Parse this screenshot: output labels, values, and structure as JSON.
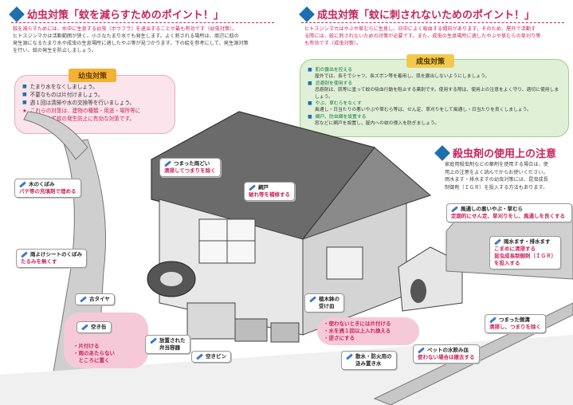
{
  "left_section": {
    "title": "幼虫対策「蚊を減らすためのポイント！」",
    "intro_line1": "蚊を減らすためには、水中に生息する幼虫（ボウフラ）を退治することが最も有効です（幼虫対策）。",
    "intro_line2": "ヒトスジシマカは活動範囲が狭く、小さなたまり水でも発生します。よく刺される場所は、周辺に蚊の",
    "intro_line3": "発生源になるたまり水や成虫の生息場所に適したやぶ等が見つかります。下の絵を参考にして、発生源対策",
    "intro_line4": "を行い、蚊の発生を防止しましょう。",
    "box_tag": "幼虫対策",
    "items": [
      "たまり水をなくしましょう。",
      "不要なものは片付けましょう。",
      "週１回は清掃や水の交換等を行いましょう。"
    ],
    "star_item": "これらの対策は、建物の種類・用途・場所等に",
    "star_item2": "かかわらず蚊の発生防止に有効な対策です。"
  },
  "right_section": {
    "title": "成虫対策「蚊に刺されないためのポイント！」",
    "intro_line1": "ヒトスジシマカはやぶや草むらに生息し、日中によく吸血する傾向があります。そのため、屋外で活動す",
    "intro_line2": "る際には、蚊に刺されないための対策が必要です。また、成虫の生息場所に適したやぶや草むらの草刈り等",
    "intro_line3": "も有効です（成虫対策）。",
    "box_tag": "成虫対策",
    "items": [
      {
        "head": "肌の露出を控える",
        "body": "屋外では、長そでシャツ、長ズボン等を着用し、肌を露出しないようにしましょう。"
      },
      {
        "head": "忌避剤を使用する",
        "body": "忌避剤は、肌等に塗って蚊の吸血行動を阻止する薬剤です。使用する際は、使用上の注意をよく守り、適切に使用しましょう。"
      },
      {
        "head": "やぶ、草むらをなくす",
        "body": "風通し・日当たりの悪いやぶや草むら等は、せん定、草刈りをして風通し・日当たりを良くしましょう。"
      },
      {
        "head": "網戸、防虫網を設置する",
        "body": "窓などに網戸を設置し、屋内への蚊の侵入を防ぎましょう。"
      }
    ]
  },
  "pesticide_section": {
    "title": "殺虫剤の使用上の注意",
    "line1": "家庭用殺虫剤などの薬剤を使用する場合は、使",
    "line2": "用上の注意をよく読んでからお使いください。",
    "line3": "雨水ます・排水ますの幼虫対策には、昆虫成長",
    "line4": "制御剤（ＩＧＲ）を投入する方法もあります。"
  },
  "callouts": {
    "gutter": {
      "head": "つまった雨どい",
      "sub": "清掃してつまりを除く"
    },
    "tree_hollow": {
      "head": "木のくぼみ",
      "sub": "パテ等の充填剤で埋める"
    },
    "screen": {
      "head": "網戸",
      "sub": "破れ等を補修する"
    },
    "sheet": {
      "head": "雨よけシートのくぼみ",
      "sub": "たるみを無くす"
    },
    "tire": {
      "head": "古タイヤ"
    },
    "can": {
      "head": "空き缶"
    },
    "left_blob_1": "・片付ける",
    "left_blob_2": "・雨のあたらない",
    "left_blob_3": "　ところに置く",
    "container": {
      "head": "放置された",
      "head2": "弁当容器"
    },
    "bottle": {
      "head": "空きビン"
    },
    "plant_dish": {
      "head": "植木鉢の",
      "head2": "受け皿"
    },
    "center_blob_1": "・使わないときには片付ける",
    "center_blob_2": "・水を週１回以上入れ換える",
    "center_blob_3": "・逆さにする",
    "fire_water": {
      "head": "散水・防火用の",
      "head2": "汲み置き水"
    },
    "pet_dish": {
      "head": "ペットの水飲み皿",
      "sub": "使わない場合は撤去する"
    },
    "bush": {
      "head": "風通しの悪いやぶ・草むら",
      "sub": "定期的にせん定、草刈りをし、風通しを良くする"
    },
    "drain": {
      "head": "雨水ます・排水ます",
      "sub1": "こまめに清掃する",
      "sub2": "昆虫成長制御剤（ＩＧＲ）",
      "sub3": "を投入する"
    },
    "ditch": {
      "head": "つまった側溝",
      "sub": "清掃し、つまりを除く"
    }
  },
  "colors": {
    "accent": "#c8245c",
    "green": "#0a7a3a",
    "blue": "#1f6fae"
  }
}
